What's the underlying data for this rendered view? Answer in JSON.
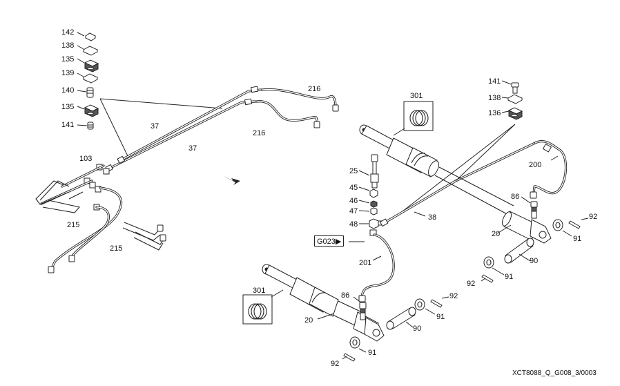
{
  "callouts": {
    "c142": "142",
    "c138a": "138",
    "c135a": "135",
    "c139": "139",
    "c140": "140",
    "c135b": "135",
    "c141a": "141",
    "c103": "103",
    "c37a": "37",
    "c37b": "37",
    "c216a": "216",
    "c216b": "216",
    "c215a": "215",
    "c215b": "215",
    "c301a": "301",
    "c301b": "301",
    "c25": "25",
    "c45": "45",
    "c46": "46",
    "c47": "47",
    "c48": "48",
    "c38": "38",
    "c141b": "141",
    "c138b": "138",
    "c136": "136",
    "c200": "200",
    "c86a": "86",
    "c86b": "86",
    "c20a": "20",
    "c20b": "20",
    "c92a": "92",
    "c92b": "92",
    "c92c": "92",
    "c92d": "92",
    "c91a": "91",
    "c91b": "91",
    "c91c": "91",
    "c91d": "91",
    "c90a": "90",
    "c90b": "90",
    "c201": "201"
  },
  "reference": {
    "label": "G023▶"
  },
  "drawing_code": "XCT8088_Q_G008_3/0003"
}
